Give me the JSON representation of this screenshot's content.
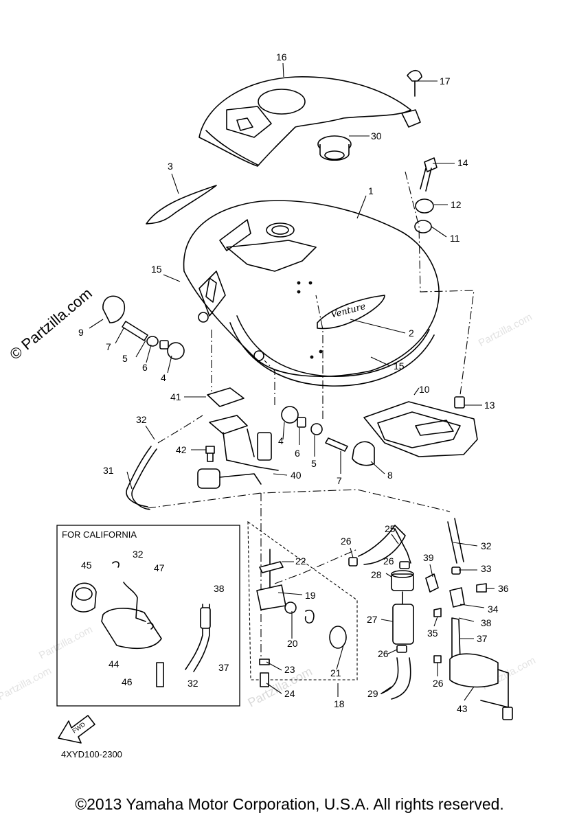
{
  "diagram": {
    "brand_watermark": "© Partzilla.com",
    "faint_watermark": "Partzilla.com",
    "california_box_title": "FOR CALIFORNIA",
    "diagram_code": "4XYD100-2300",
    "fwd_label": "FWD",
    "tank_script": "Venture",
    "callouts": [
      "1",
      "2",
      "3",
      "4",
      "4",
      "5",
      "5",
      "6",
      "6",
      "7",
      "7",
      "8",
      "9",
      "10",
      "11",
      "12",
      "13",
      "14",
      "15",
      "15",
      "16",
      "17",
      "18",
      "19",
      "20",
      "21",
      "22",
      "23",
      "24",
      "25",
      "26",
      "26",
      "26",
      "26",
      "27",
      "28",
      "29",
      "30",
      "31",
      "32",
      "32",
      "32",
      "32",
      "33",
      "34",
      "35",
      "36",
      "37",
      "37",
      "38",
      "38",
      "39",
      "40",
      "41",
      "42",
      "43",
      "44",
      "45",
      "46",
      "47"
    ]
  },
  "footer": {
    "copyright": "©2013 Yamaha Motor Corporation, U.S.A. All rights reserved."
  }
}
